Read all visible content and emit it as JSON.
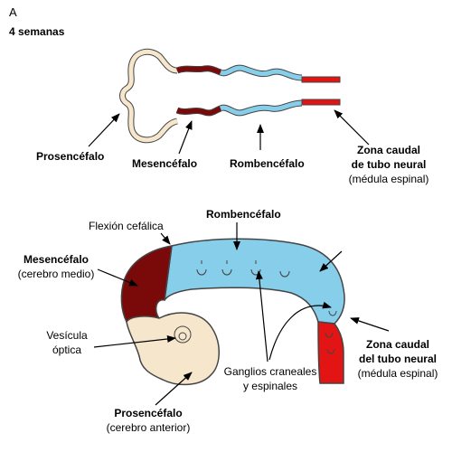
{
  "panel_letter": "A",
  "subtitle": "4 semanas",
  "colors": {
    "prosencephalon": "#f5e6cc",
    "mesencephalon": "#7a0a0a",
    "rhombencephalon": "#87ceeb",
    "caudal": "#e31414",
    "outline": "#444444"
  },
  "top_diagram": {
    "prosencefalo": "Prosencéfalo",
    "mesencefalo": "Mesencéfalo",
    "rombencefalo": "Rombencéfalo",
    "zona_caudal_line1": "Zona caudal",
    "zona_caudal_line2": "de tubo neural",
    "zona_caudal_sub": "(médula espinal)"
  },
  "bottom_diagram": {
    "flexion": "Flexión cefálica",
    "rombencefalo": "Rombencéfalo",
    "mesencefalo": "Mesencéfalo",
    "mesencefalo_sub": "(cerebro medio)",
    "vesicula_line1": "Vesícula",
    "vesicula_line2": "óptica",
    "ganglios_line1": "Ganglios craneales",
    "ganglios_line2": "y espinales",
    "zona_caudal_line1": "Zona caudal",
    "zona_caudal_line2": "del tubo neural",
    "zona_caudal_sub": "(médula espinal)",
    "prosencefalo": "Prosencéfalo",
    "prosencefalo_sub": "(cerebro anterior)"
  }
}
